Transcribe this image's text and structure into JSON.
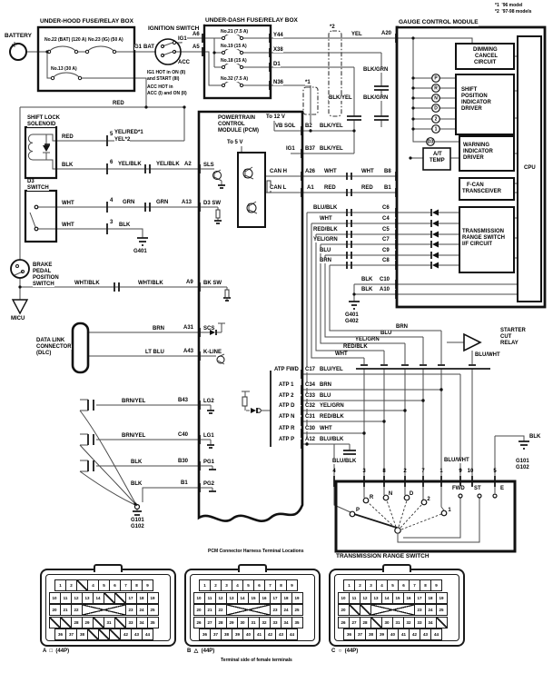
{
  "footnotes": {
    "f1": "*1  '96 model",
    "f2": "*2  '97-98 models"
  },
  "battery": {
    "label": "BATTERY"
  },
  "underhood": {
    "title": "UNDER-HOOD FUSE/RELAY BOX",
    "fuse22": "No.22 (BAT) (120 A)",
    "fuse23": "No.23 (IG) (50 A)",
    "fuse13": "No.13 (30 A)",
    "g1": "G1",
    "bat": "BAT"
  },
  "ignition": {
    "title": "IGNITION SWITCH",
    "ig1": "IG1",
    "acc": "ACC",
    "a6": "A6",
    "a5": "A5",
    "note1": "IG1 HOT in ON (II)",
    "note2": "and START (III)",
    "note3": "ACC HOT in",
    "note4": "ACC (I) and ON (II)"
  },
  "underdash": {
    "title": "UNDER-DASH FUSE/RELAY BOX",
    "fuse21": "No.21 (7.5 A)",
    "fuse19": "No.19 (15 A)",
    "fuse18": "No.18 (15 A)",
    "fuse32": "No.32 (7.5 A)",
    "out1": "Y44",
    "out2": "X38",
    "out3": "D1",
    "out4": "N36",
    "conn1": "*1",
    "conn2": "*2",
    "red": "RED"
  },
  "shift_lock": {
    "title1": "SHIFT LOCK",
    "title2": "SOLENOID",
    "red": "RED",
    "blk": "BLK",
    "pin5": "5",
    "pin6": "6",
    "w1": "YEL/RED*1",
    "w2": "YEL*2",
    "w3": "YEL/BLK",
    "w4": "YEL/BLK",
    "pin": "A2",
    "pcm": "SLS"
  },
  "d3_switch": {
    "title1": "D3",
    "title2": "SWITCH",
    "wht1": "WHT",
    "wht2": "WHT",
    "pin4": "4",
    "pin3": "3",
    "grn1": "GRN",
    "grn2": "GRN",
    "pin": "A13",
    "pcm": "D3 SW",
    "blk": "BLK",
    "gnd": "G401"
  },
  "brake": {
    "t1": "BRAKE",
    "t2": "PEDAL",
    "t3": "POSITION",
    "t4": "SWITCH",
    "micu": "MICU",
    "w1": "WHT/BLK",
    "w2": "WHT/BLK",
    "pin": "A9",
    "pcm": "BK SW"
  },
  "dlc": {
    "t1": "DATA LINK",
    "t2": "CONNECTOR",
    "t3": "(DLC)",
    "w1": "BRN",
    "pin1": "A31",
    "pcm1": "SCS",
    "w2": "LT BLU",
    "pin2": "A43",
    "pcm2": "K-LINE"
  },
  "pcm": {
    "t1": "POWERTRAIN",
    "t2": "CONTROL",
    "t3": "MODULE (PCM)",
    "to12": "To 12 V",
    "to5": "To 5 V",
    "vbsol": "VB SOL",
    "b2": "B2",
    "w_b2": "BLK/YEL",
    "ig1": "IG1",
    "b37": "B37",
    "w_b37": "BLK/YEL",
    "canh": "CAN H",
    "a26": "A26",
    "w_canh1": "WHT",
    "w_canh2": "WHT",
    "b8": "B8",
    "canl": "CAN L",
    "a1": "A1",
    "w_canl1": "RED",
    "w_canl2": "RED",
    "b1": "B1",
    "lg2": "LG2",
    "b43": "B43",
    "w_lg2": "BRN/YEL",
    "lg1": "LG1",
    "c40": "C40",
    "w_lg1": "BRN/YEL",
    "pg1": "PG1",
    "b30": "B30",
    "w_pg1": "BLK",
    "pg2": "PG2",
    "b1p": "B1",
    "w_pg2": "BLK",
    "atp_fwd": "ATP FWD",
    "c17": "C17",
    "w_fwd": "BLU/YEL",
    "atp1": "ATP 1",
    "c34": "C34",
    "w_1": "BRN",
    "atp2": "ATP 2",
    "c33": "C33",
    "w_2": "BLU",
    "atpd": "ATP D",
    "c32": "C32",
    "w_d": "YEL/GRN",
    "atpn": "ATP N",
    "c31": "C31",
    "w_n": "RED/BLK",
    "atpr": "ATP R",
    "c30": "C30",
    "w_r": "WHT",
    "atpp": "ATP P",
    "a12": "A12",
    "w_p": "BLU/BLK"
  },
  "mid": {
    "yel": "YEL",
    "a20": "A20",
    "blkgrn1": "BLK/GRN",
    "blkgrn2": "BLK/GRN",
    "blkyel": "BLK/YEL",
    "s_c6": "BLU/BLK",
    "c6": "C6",
    "s_c4": "WHT",
    "c4": "C4",
    "s_c5": "RED/BLK",
    "c5": "C5",
    "s_c7": "YEL/GRN",
    "c7": "C7",
    "s_c9": "BLU",
    "c9": "C9",
    "s_c8": "BRN",
    "c8": "C8",
    "blk_c10": "BLK",
    "c10": "C10",
    "blk_a10": "BLK",
    "a10": "A10",
    "g401": "G401",
    "g402": "G402",
    "d_brn": "BRN",
    "d_blu": "BLU",
    "d_yg": "YEL/GRN",
    "d_rb": "RED/BLK",
    "d_wht": "WHT",
    "bw1": "BLU/WHT",
    "bw2": "BLU/WHT",
    "cap": "BLU/BLK",
    "st1": "STARTER",
    "st2": "CUT",
    "st3": "RELAY",
    "blk_r": "BLK",
    "g101": "G101",
    "g102": "G102"
  },
  "grounds": {
    "g101": "G101",
    "g102": "G102"
  },
  "gauge": {
    "title": "GAUGE CONTROL MODULE",
    "cpu": "CPU",
    "dim1": "DIMMING",
    "dim2": "CANCEL",
    "dim3": "CIRCUIT",
    "sh1": "SHIFT",
    "sh2": "POSITION",
    "sh3": "INDICATOR",
    "sh4": "DRIVER",
    "wa1": "WARNING",
    "wa2": "INDICATOR",
    "wa3": "DRIVER",
    "at1": "A/T",
    "at2": "TEMP",
    "fc1": "F-CAN",
    "fc2": "TRANSCEIVER",
    "if1": "TRANSMISSION",
    "if2": "RANGE SWITCH",
    "if3": "I/F CIRCUIT",
    "warn_bulb": "D3",
    "indicators": [
      "P",
      "R",
      "N",
      "D",
      "2",
      "1"
    ]
  },
  "range_switch": {
    "title": "TRANSMISSION RANGE SWITCH",
    "pins": [
      "4",
      "3",
      "8",
      "2",
      "7",
      "1",
      "9",
      "10",
      "5"
    ],
    "positions": [
      "P",
      "R",
      "N",
      "D",
      "2",
      "1"
    ],
    "fwd": "FWD",
    "st": "ST",
    "e": "E"
  },
  "pcm_connectors": {
    "caption": "PCM Connector Harness Terminal Locations",
    "note": "Terminal side of female terminals",
    "a_label": "A  □  (44P)",
    "b_label": "B  △  (44P)",
    "c_label": "C  ○  (44P)",
    "a_rows": [
      [
        "1",
        "2",
        "X",
        "4",
        "5",
        "6",
        "7",
        "8",
        "9"
      ],
      [
        "10",
        "11",
        "12",
        "13",
        "14",
        "X",
        "X",
        "17",
        "18",
        "19"
      ],
      [
        "20",
        "21",
        "22",
        "W",
        "23",
        "24",
        "25"
      ],
      [
        "X",
        "X",
        "28",
        "29",
        "X",
        "31",
        "X",
        "33",
        "34",
        "35"
      ],
      [
        "36",
        "37",
        "38",
        "X",
        "X",
        "X",
        "42",
        "43",
        "44"
      ]
    ],
    "b_rows": [
      [
        "1",
        "2",
        "3",
        "4",
        "5",
        "6",
        "7",
        "8",
        "9"
      ],
      [
        "10",
        "11",
        "12",
        "13",
        "14",
        "15",
        "16",
        "17",
        "18",
        "19"
      ],
      [
        "20",
        "21",
        "22",
        "W",
        "23",
        "24",
        "25"
      ],
      [
        "26",
        "27",
        "28",
        "29",
        "30",
        "31",
        "32",
        "33",
        "34",
        "35"
      ],
      [
        "36",
        "37",
        "38",
        "39",
        "40",
        "41",
        "42",
        "43",
        "44"
      ]
    ],
    "c_rows": [
      [
        "1",
        "2",
        "3",
        "4",
        "5",
        "6",
        "7",
        "8",
        "9"
      ],
      [
        "10",
        "11",
        "12",
        "13",
        "14",
        "15",
        "16",
        "17",
        "18",
        "19"
      ],
      [
        "20",
        "X",
        "X",
        "W",
        "23",
        "24",
        "25"
      ],
      [
        "26",
        "27",
        "28",
        "X",
        "30",
        "31",
        "32",
        "33",
        "34",
        "X"
      ],
      [
        "36",
        "37",
        "38",
        "39",
        "40",
        "41",
        "42",
        "43",
        "44"
      ]
    ]
  }
}
